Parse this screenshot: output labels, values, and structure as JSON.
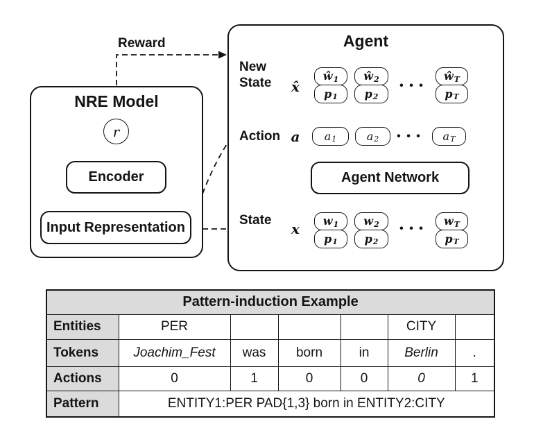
{
  "diagram": {
    "reward_label": "Reward",
    "nre": {
      "title": "NRE Model",
      "r_symbol": "r",
      "encoder": "Encoder",
      "input_repr": "Input Representation"
    },
    "agent": {
      "title": "Agent",
      "network": "Agent Network",
      "new_state": {
        "label_line1": "New",
        "label_line2": "State",
        "symbol": "x̂",
        "dots": "• • •",
        "pairs": [
          {
            "top_base": "ŵ",
            "top_sub": "1",
            "bot_base": "p",
            "bot_sub": "1"
          },
          {
            "top_base": "ŵ",
            "top_sub": "2",
            "bot_base": "p",
            "bot_sub": "2"
          },
          {
            "top_base": "ŵ",
            "top_sub": "T",
            "bot_base": "p",
            "bot_sub": "T"
          }
        ]
      },
      "action": {
        "label": "Action",
        "symbol": "a",
        "dots": "• • •",
        "items": [
          {
            "base": "a",
            "sub": "1"
          },
          {
            "base": "a",
            "sub": "2"
          },
          {
            "base": "a",
            "sub": "T"
          }
        ]
      },
      "state": {
        "label": "State",
        "symbol": "x",
        "dots": "• • •",
        "pairs": [
          {
            "top_base": "w",
            "top_sub": "1",
            "bot_base": "p",
            "bot_sub": "1"
          },
          {
            "top_base": "w",
            "top_sub": "2",
            "bot_base": "p",
            "bot_sub": "2"
          },
          {
            "top_base": "w",
            "top_sub": "T",
            "bot_base": "p",
            "bot_sub": "T"
          }
        ]
      }
    }
  },
  "table": {
    "title": "Pattern-induction Example",
    "row_labels": [
      "Entities",
      "Tokens",
      "Actions",
      "Pattern"
    ],
    "entities": [
      "PER",
      "",
      "",
      "",
      "CITY",
      ""
    ],
    "tokens": [
      "Joachim_Fest",
      "was",
      "born",
      "in",
      "Berlin",
      "."
    ],
    "actions": [
      "0",
      "1",
      "0",
      "0",
      "0",
      "1"
    ],
    "pattern": "ENTITY1:PER PAD{1,3} born in ENTITY2:CITY"
  },
  "colors": {
    "ink": "#141414",
    "table_header_bg": "#dbdbdb"
  }
}
